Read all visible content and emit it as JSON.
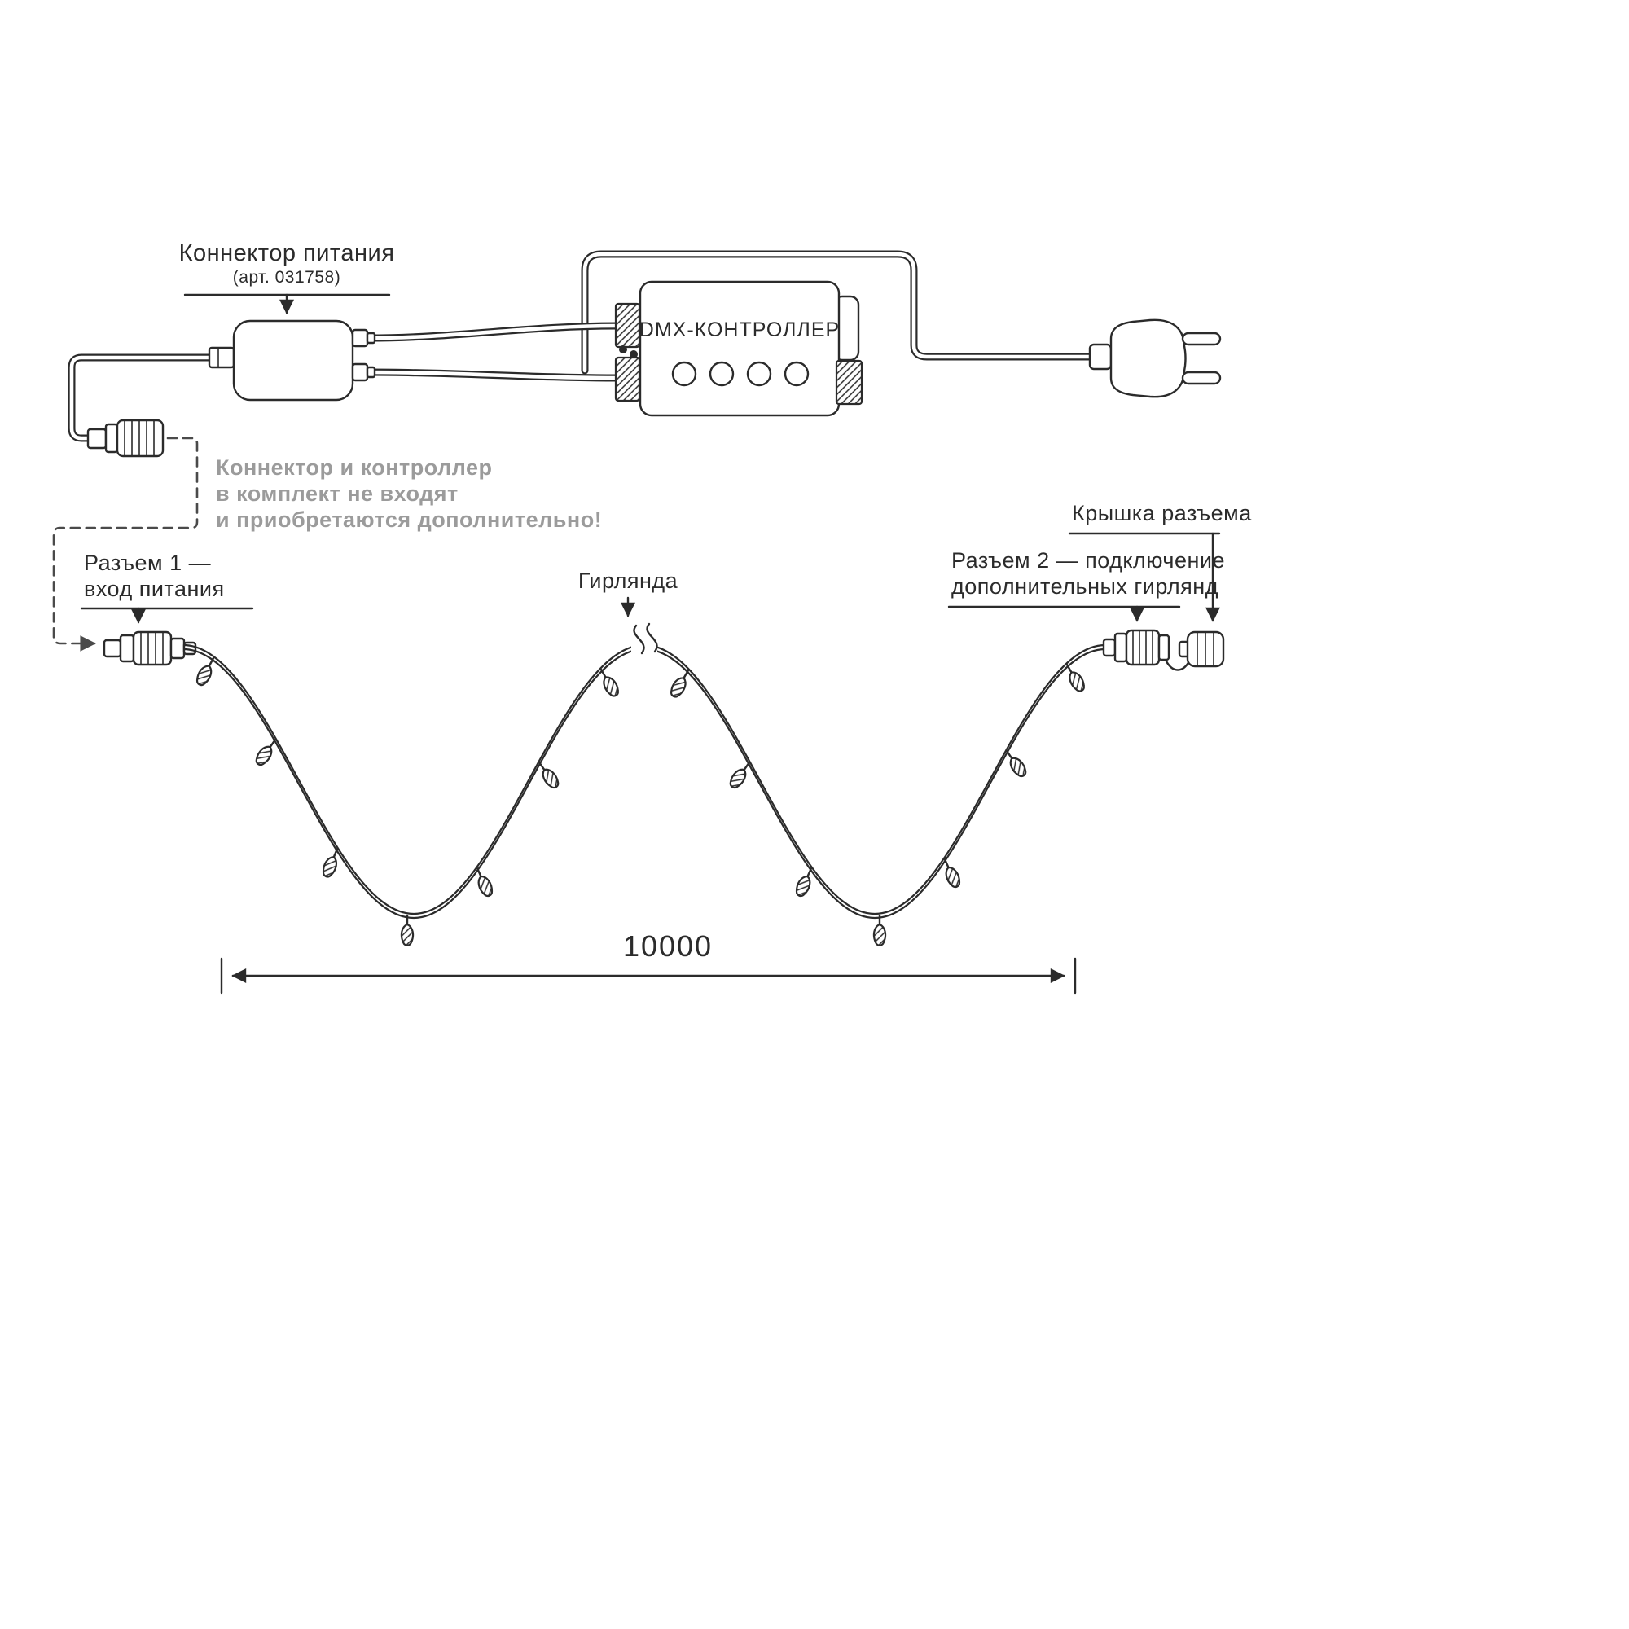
{
  "labels": {
    "power_connector_title": "Коннектор питания",
    "power_connector_article": "(арт. 031758)",
    "controller": "DMX-КОНТРОЛЛЕР",
    "note": {
      "line1": "Коннектор и контроллер",
      "line2": "в комплект не входят",
      "line3": "и приобретаются дополнительно!"
    },
    "connector1": {
      "line1": "Разъем 1 —",
      "line2": "вход питания"
    },
    "garland": "Гирлянда",
    "connector2": {
      "line1": "Разъем 2 — подключение",
      "line2": "дополнительных гирлянд"
    },
    "cap": "Крышка разъема",
    "dimension": "10000"
  },
  "colors": {
    "line": "#2b2b2b",
    "note_text": "#9b9b9b",
    "background": "#ffffff"
  }
}
